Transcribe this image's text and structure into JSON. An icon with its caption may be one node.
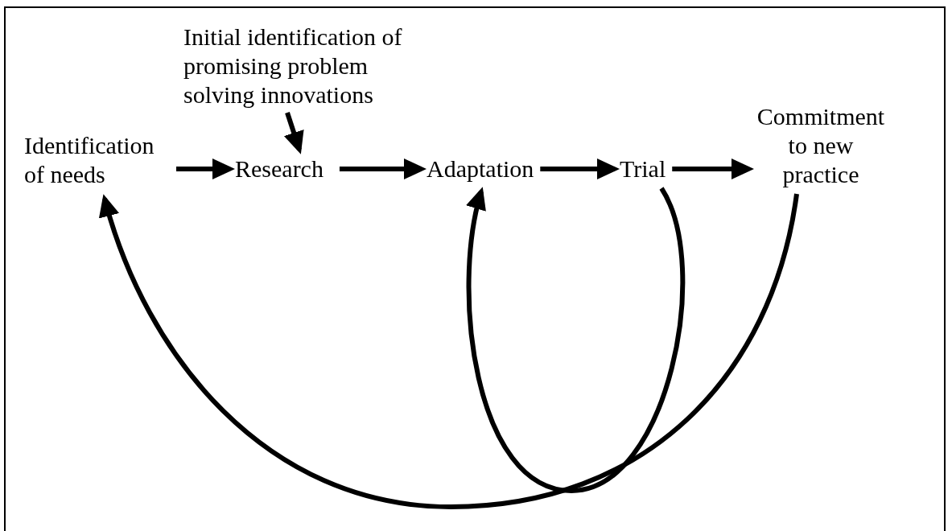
{
  "diagram": {
    "nodes": [
      {
        "text": [
          "Initial identification of promising problem solving innovations"
        ]
      },
      {
        "text": [
          "Identification of needs"
        ]
      },
      {
        "text": [
          "Research"
        ]
      },
      {
        "text": [
          "Adaptation"
        ]
      },
      {
        "text": [
          "Trial"
        ]
      },
      {
        "text": [
          "Commitment to new practice"
        ]
      }
    ],
    "edges": [
      {
        "from": 0,
        "to": 2,
        "arrow": "to"
      },
      {
        "from": 1,
        "to": 2,
        "arrow": "to"
      },
      {
        "from": 2,
        "to": 3,
        "arrow": "to"
      },
      {
        "from": 3,
        "to": 4,
        "arrow": "to"
      },
      {
        "from": 4,
        "to": 5,
        "arrow": "to"
      },
      {
        "from": 4,
        "to": 3,
        "arrow": "to"
      },
      {
        "from": 5,
        "to": 1,
        "arrow": "to"
      }
    ]
  }
}
